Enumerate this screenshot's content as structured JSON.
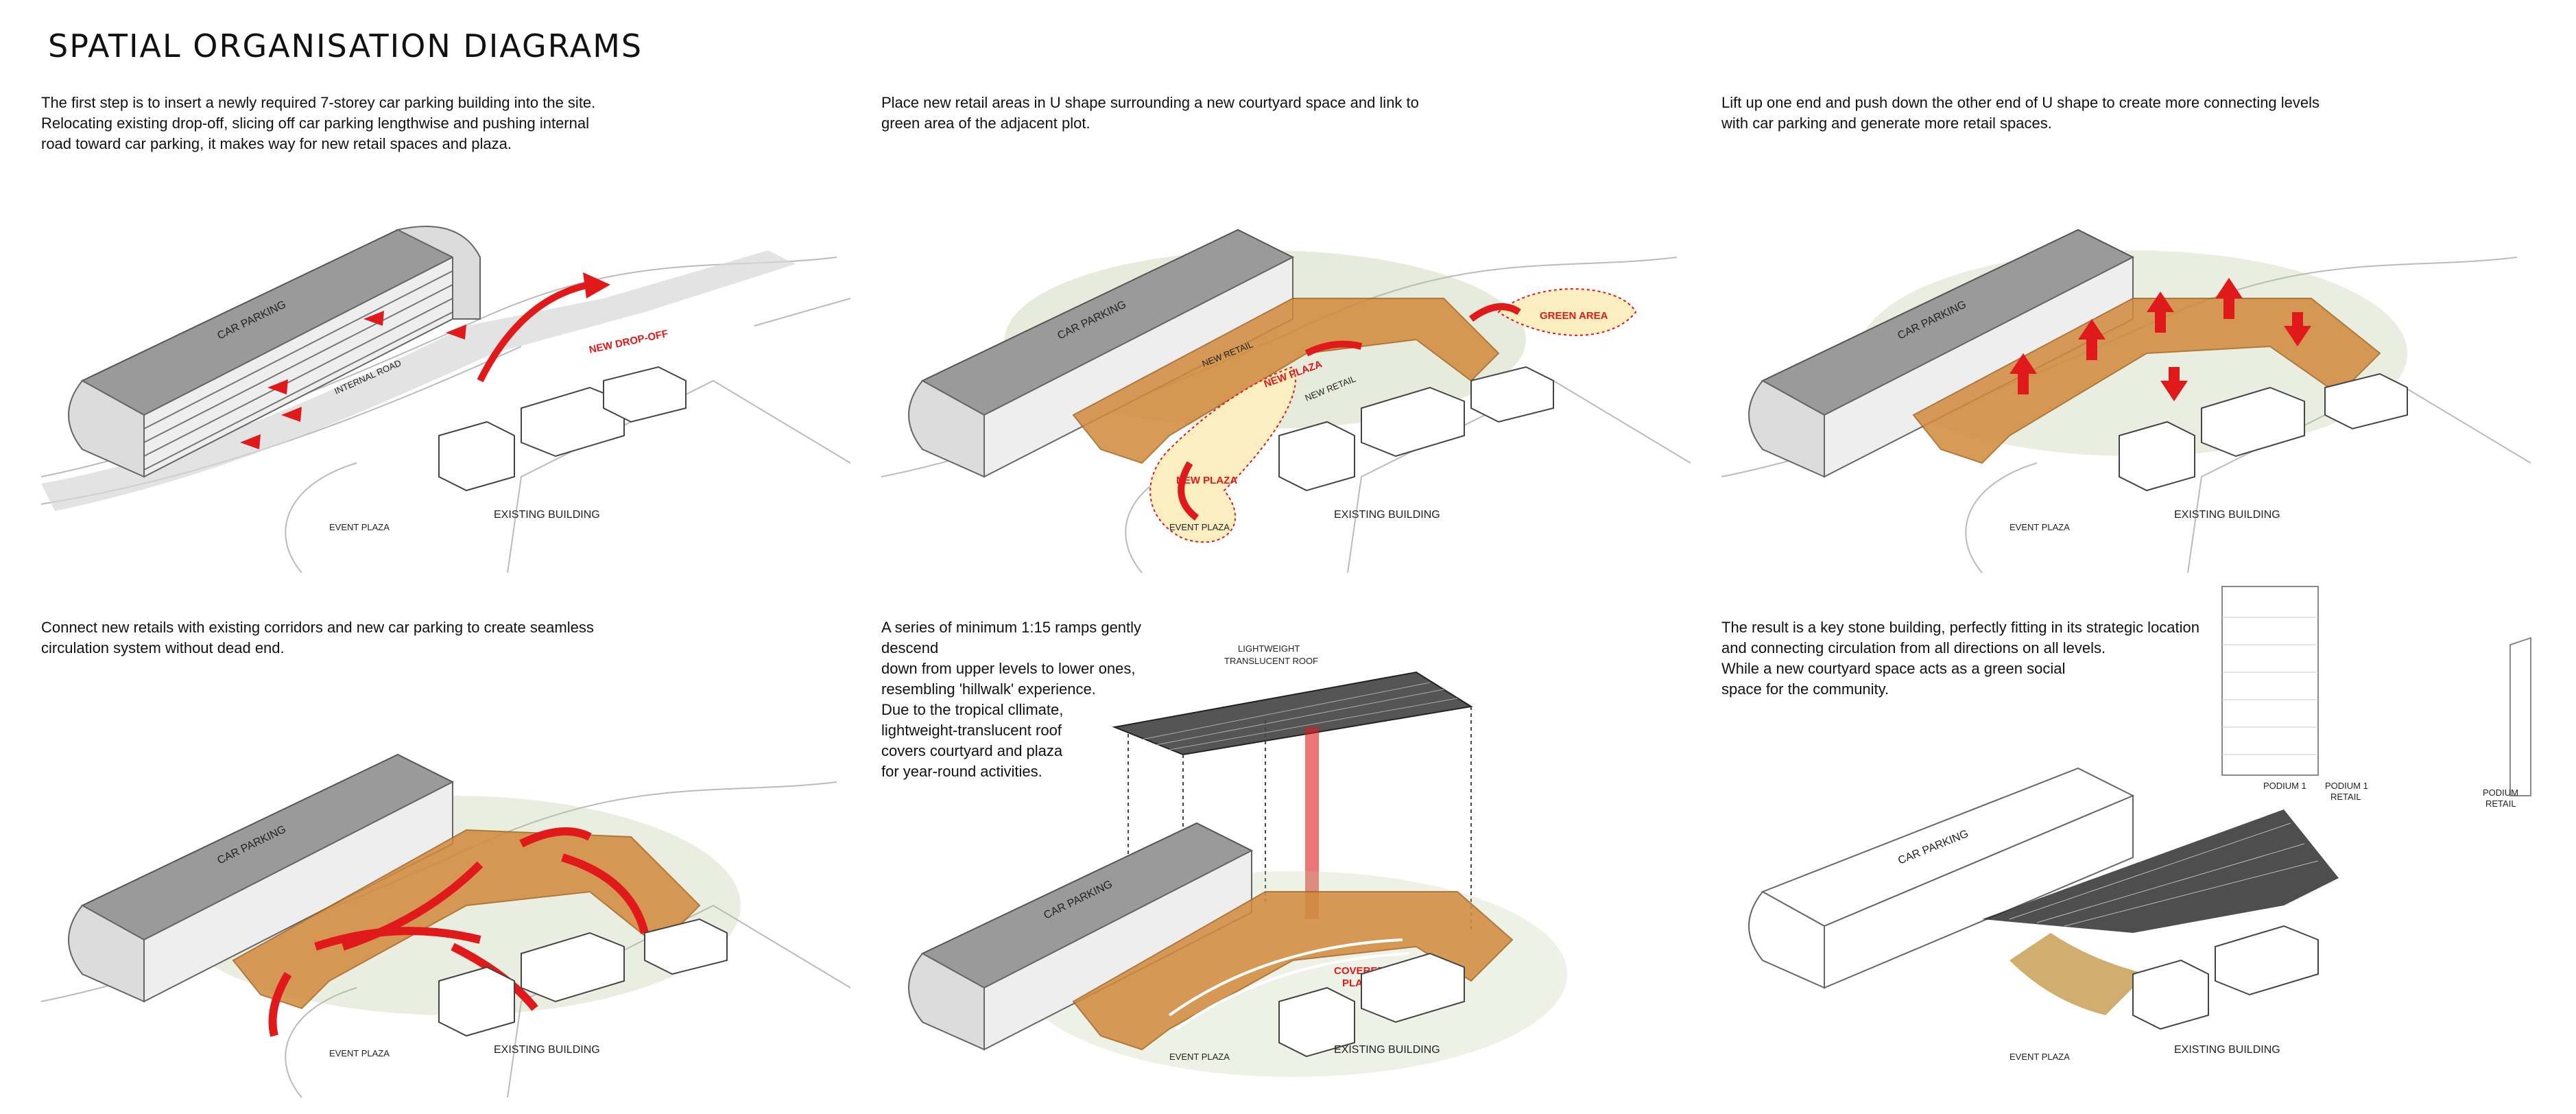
{
  "title": "SPATIAL ORGANISATION DIAGRAMS",
  "colors": {
    "retail": "#d18a3c",
    "parking": "#8f8f8f",
    "arrow": "#e01a1a",
    "plaza": "#fbeec0",
    "green": "#b9c79a"
  },
  "panels": [
    {
      "description": "The first step is to insert a newly required 7-storey car parking building into the site.\nRelocating existing drop-off, slicing off car parking lengthwise and pushing internal\nroad toward car parking, it makes way for new retail spaces and plaza.",
      "labels": {
        "car_parking": "CAR PARKING",
        "internal_road": "INTERNAL ROAD",
        "new_drop_off": "NEW DROP-OFF",
        "event_plaza": "EVENT PLAZA",
        "existing_building": "EXISTING BUILDING"
      }
    },
    {
      "description": "Place new retail areas in U shape surrounding a new courtyard space and link to\ngreen area of the adjacent plot.",
      "labels": {
        "car_parking": "CAR PARKING",
        "new_retail_1": "NEW RETAIL",
        "new_retail_2": "NEW RETAIL",
        "new_plaza_top": "NEW PLAZA",
        "new_plaza": "NEW\nPLAZA",
        "green_area": "GREEN AREA",
        "event_plaza": "EVENT PLAZA",
        "existing_building": "EXISTING BUILDING"
      }
    },
    {
      "description": "Lift up one end and push down the other end of U shape to create more connecting levels\nwith car parking and generate more retail spaces.",
      "labels": {
        "car_parking": "CAR PARKING",
        "event_plaza": "EVENT PLAZA",
        "existing_building": "EXISTING BUILDING"
      }
    },
    {
      "description": "Connect new retails with existing corridors and new car parking to create seamless\ncirculation system without dead end.",
      "labels": {
        "car_parking": "CAR PARKING",
        "event_plaza": "EVENT PLAZA",
        "existing_building": "EXISTING BUILDING"
      }
    },
    {
      "description": "A series of minimum 1:15 ramps gently descend\ndown from upper levels to lower ones,\nresembling 'hillwalk' experience.\nDue to the tropical cllimate,\nlightweight-translucent roof\ncovers courtyard and  plaza\nfor year-round activities.",
      "labels": {
        "roof_line1": "LIGHTWEIGHT",
        "roof_line2": "TRANSLUCENT ROOF",
        "car_parking": "CAR PARKING",
        "covered_plaza_1": "COVERED",
        "covered_plaza_2": "PLAZA",
        "event_plaza": "EVENT PLAZA",
        "existing_building": "EXISTING BUILDING"
      }
    },
    {
      "description": "The result is a key stone building, perfectly fitting in its strategic location\nand connecting circulation from all directions on all levels.\nWhile a new courtyard space acts as a green social\nspace for the community.",
      "labels": {
        "car_parking": "CAR PARKING",
        "podium_1": "PODIUM 1",
        "podium_retail_1": "PODIUM 1",
        "podium_retail_2": "RETAIL",
        "podium_right_1": "PODIUM",
        "podium_right_2": "RETAIL",
        "event_plaza": "EVENT PLAZA",
        "existing_building": "EXISTING BUILDING"
      }
    }
  ]
}
